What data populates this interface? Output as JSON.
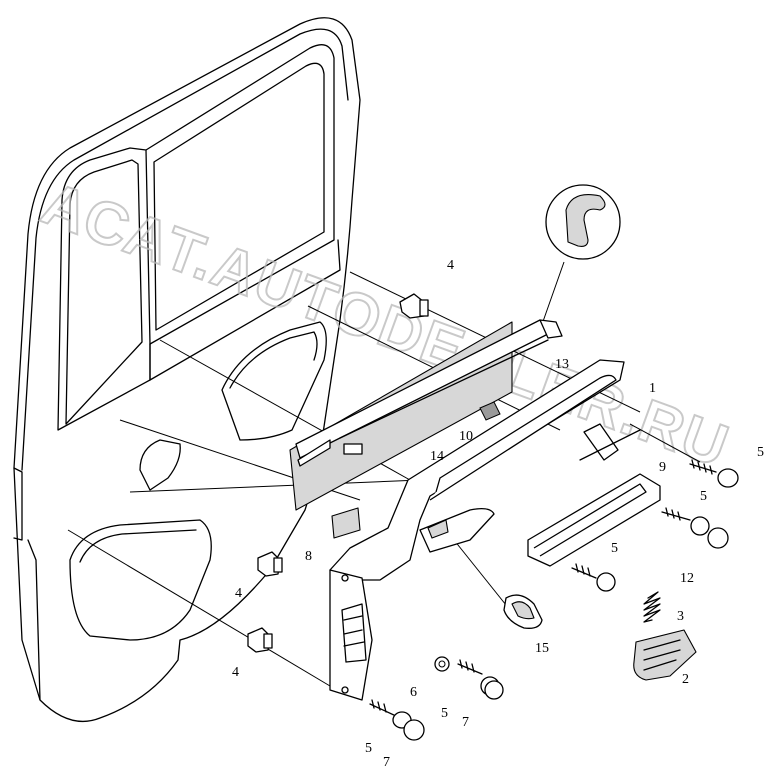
{
  "watermark": "АСАТ.AUTODEALER.RU",
  "colors": {
    "line": "#000000",
    "part_fill": "#ffffff",
    "shade": "#d7d7d7",
    "watermark": "#b8b8b8"
  },
  "labels": {
    "p1": "1",
    "p2": "2",
    "p3": "3",
    "p4a": "4",
    "p4b": "4",
    "p4c": "4",
    "p5a": "5",
    "p5b": "5",
    "p5c": "5",
    "p5d": "5",
    "p5e": "5",
    "p6": "6",
    "p7a": "7",
    "p7b": "7",
    "p8": "8",
    "p9": "9",
    "p10": "10",
    "p12": "12",
    "p13": "13",
    "p14": "14",
    "p15": "15"
  }
}
